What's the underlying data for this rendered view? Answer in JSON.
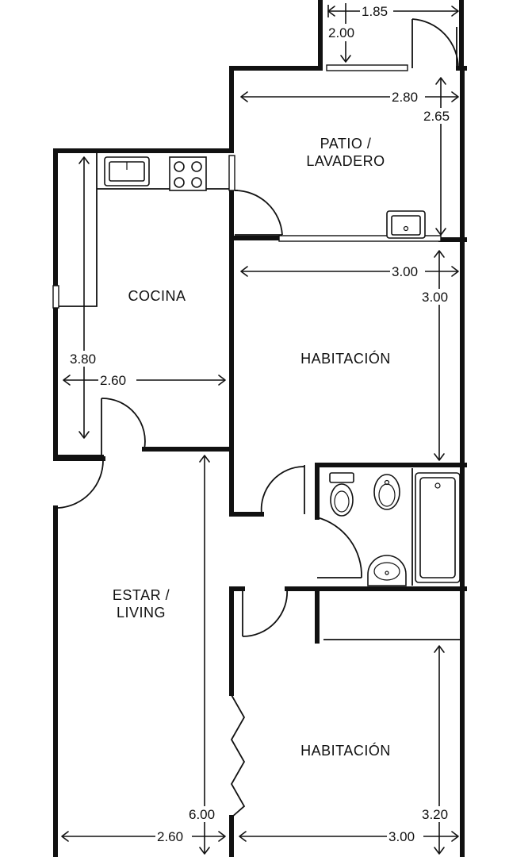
{
  "rooms": {
    "patio": "PATIO /\nLAVADERO",
    "cocina": "COCINA",
    "habitacion_1": "HABITACIÓN",
    "estar": "ESTAR /\nLIVING",
    "habitacion_2": "HABITACIÓN"
  },
  "dimensions": {
    "top_width": "1.85",
    "top_depth": "2.00",
    "patio_width": "2.80",
    "patio_depth": "2.65",
    "hab1_width": "3.00",
    "hab1_depth": "3.00",
    "cocina_depth": "3.80",
    "cocina_width": "2.60",
    "estar_depth": "6.00",
    "estar_width": "2.60",
    "hab2_depth": "3.20",
    "hab2_width": "3.00"
  }
}
